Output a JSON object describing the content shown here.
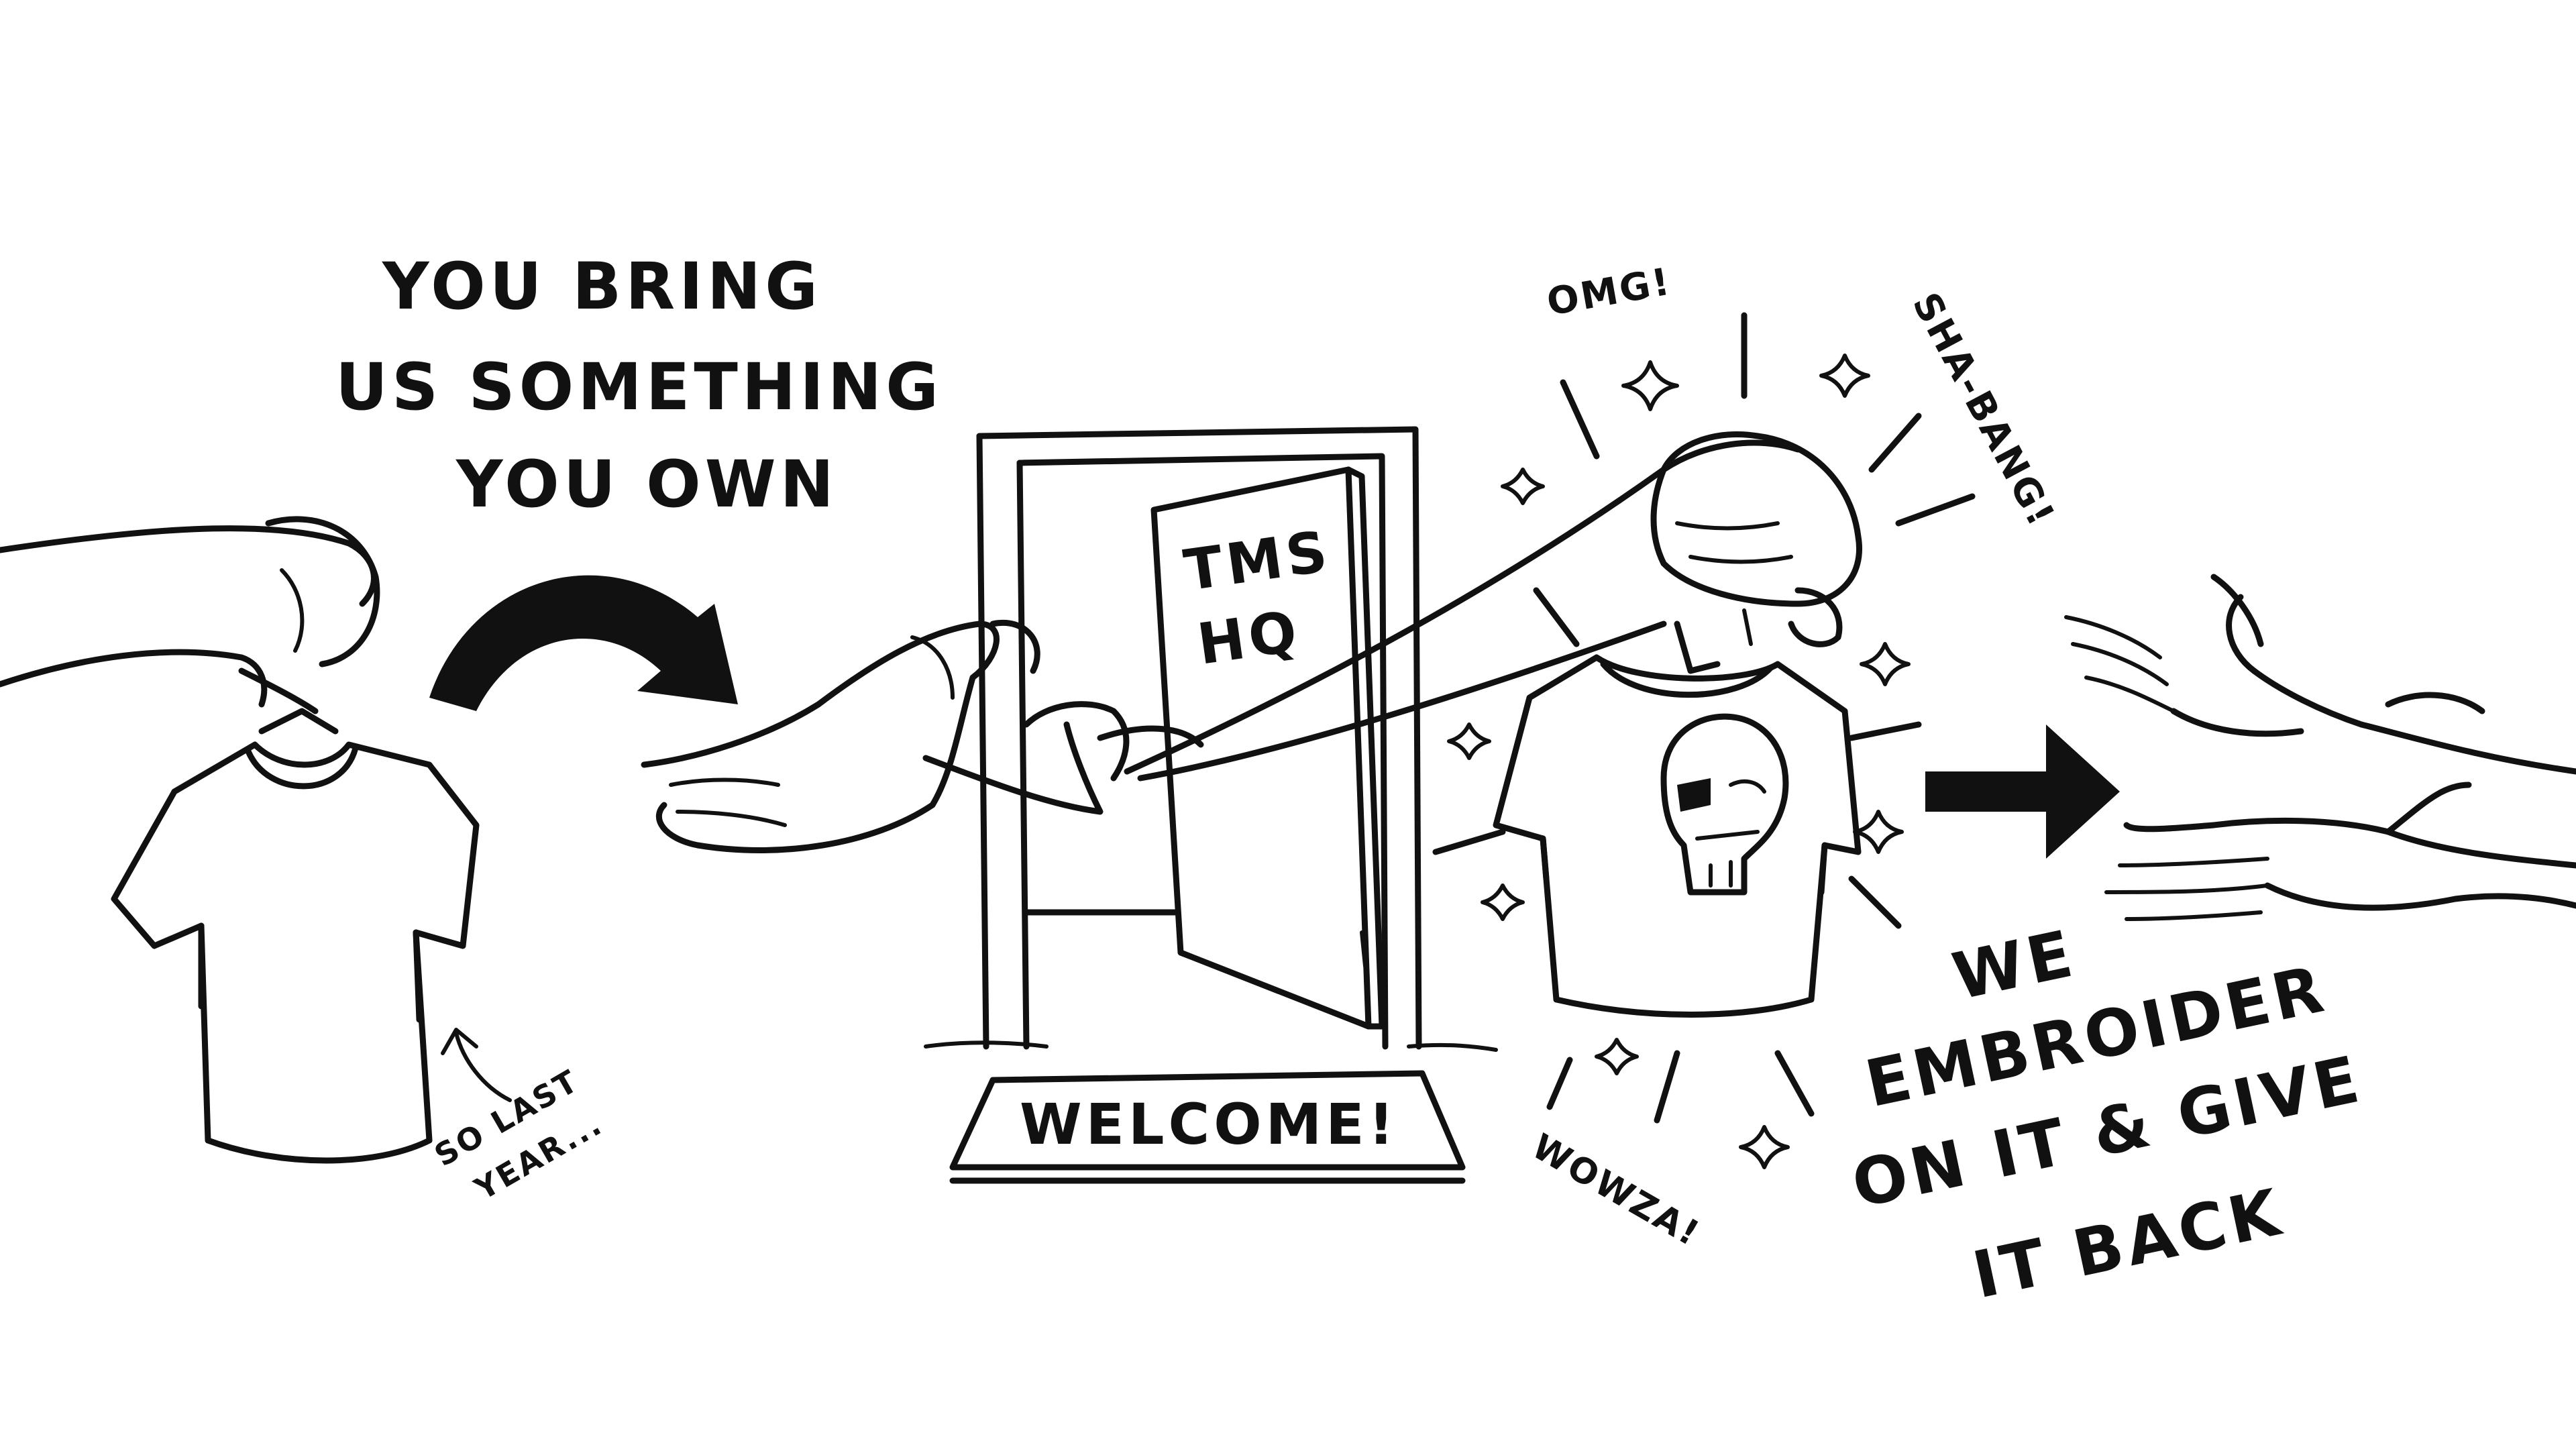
{
  "caption_left": [
    "YOU BRING",
    "US SOMETHING",
    "YOU OWN"
  ],
  "annotation_old": [
    "SO LAST",
    "YEAR..."
  ],
  "door_sign": [
    "TMS",
    "HQ"
  ],
  "doormat": "WELCOME!",
  "exclamations": {
    "omg": "OMG!",
    "shabang": "SHA-BANG!",
    "wowza": "WOWZA!"
  },
  "caption_right": [
    "WE",
    "EMBROIDER",
    "ON IT & GIVE",
    "IT BACK"
  ],
  "colors": {
    "ink": "#111111",
    "paper": "#ffffff"
  },
  "icons": [
    "curved-arrow-icon",
    "straight-arrow-icon",
    "sparkle-icon",
    "skull-icon"
  ]
}
